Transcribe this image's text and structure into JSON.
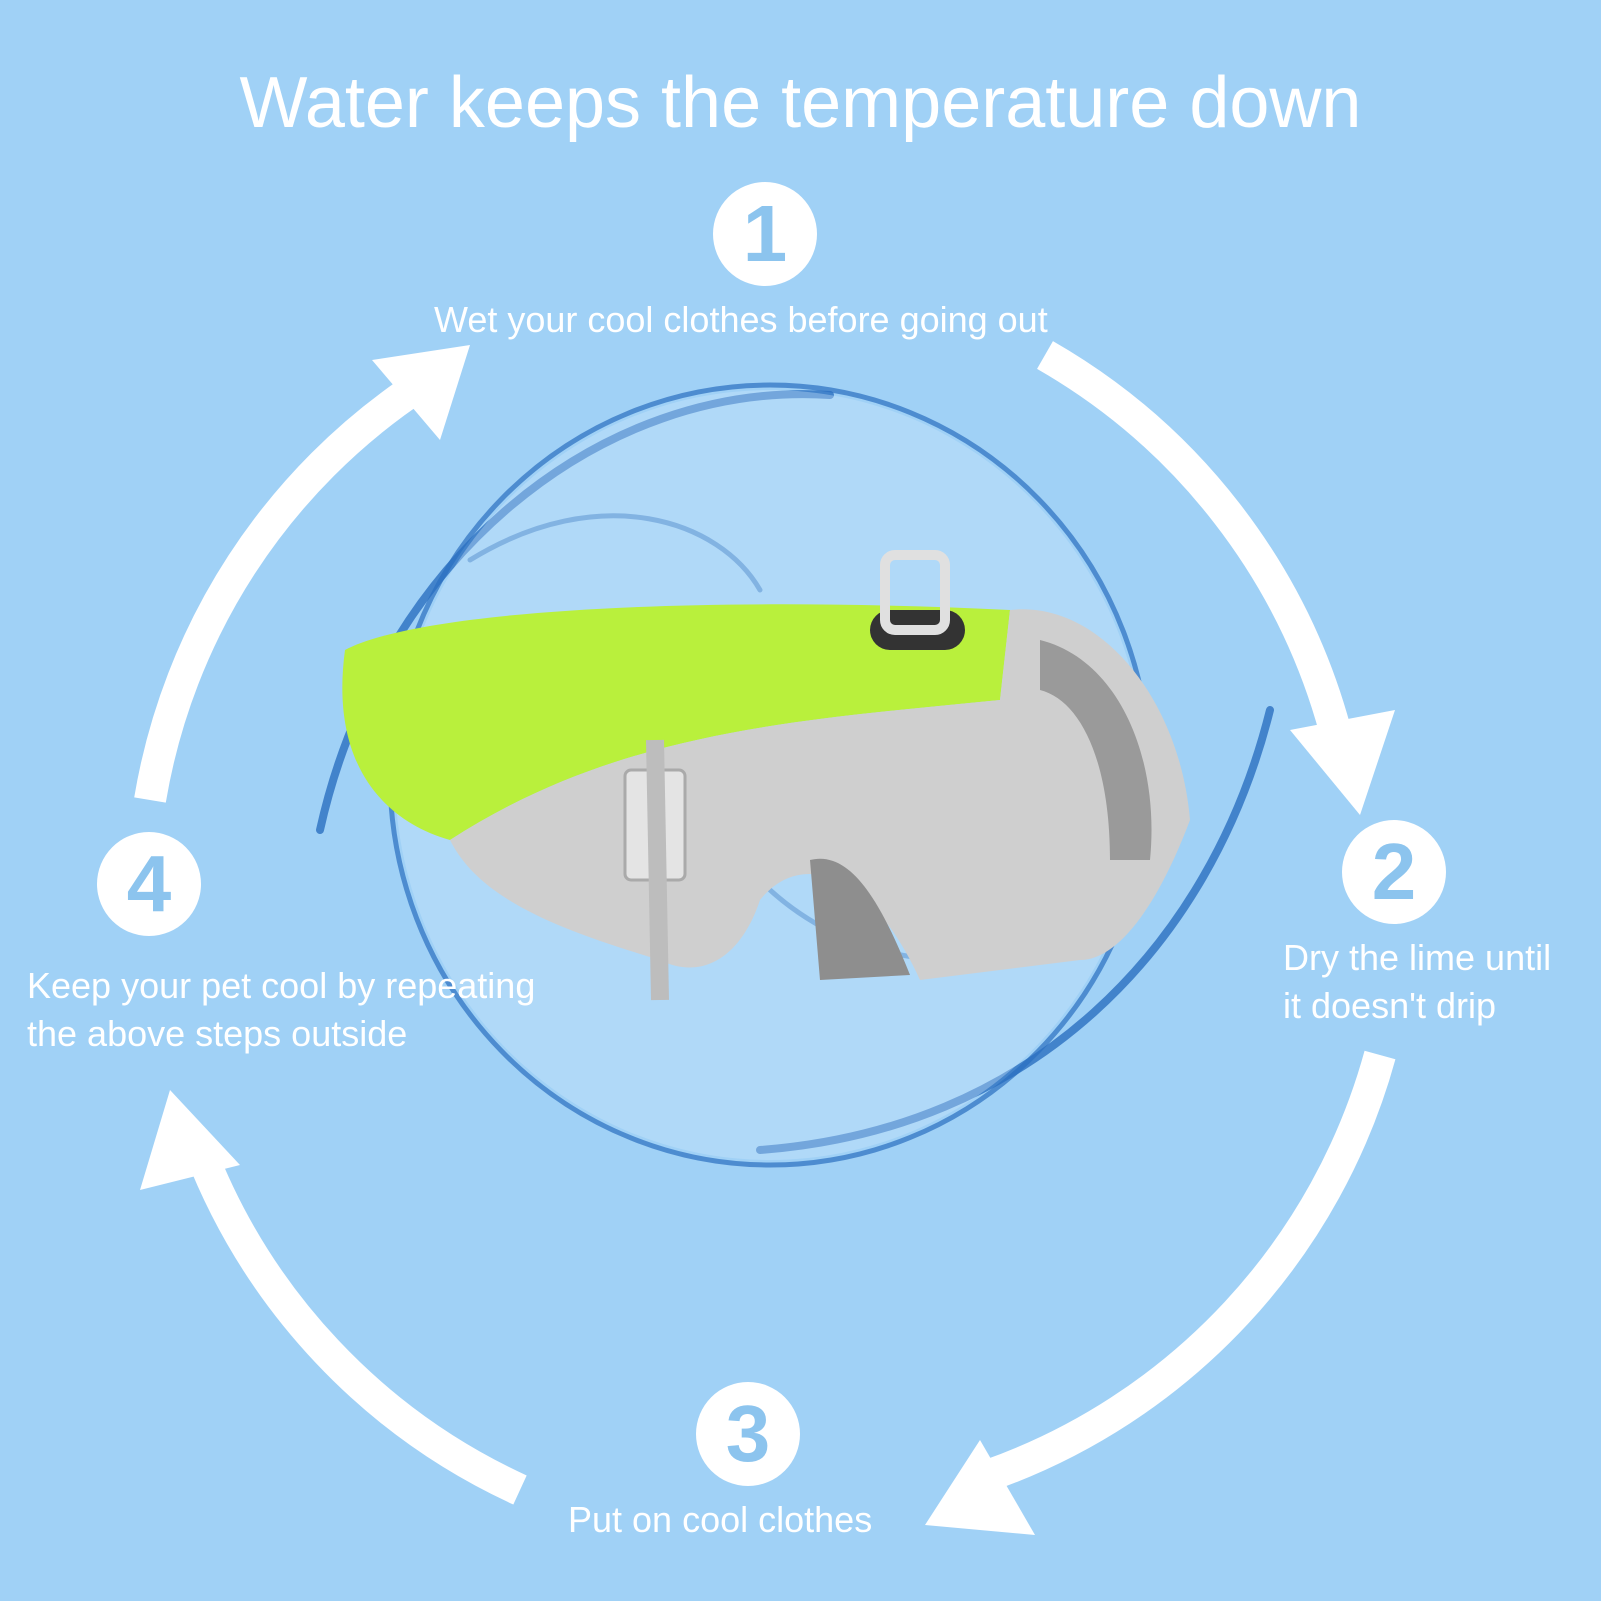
{
  "title": "Water keeps the temperature down",
  "steps": [
    {
      "number": "1",
      "text": "Wet your cool clothes before going out"
    },
    {
      "number": "2",
      "text_line1": "Dry the lime until",
      "text_line2": "it doesn't drip"
    },
    {
      "number": "3",
      "text": "Put on cool clothes"
    },
    {
      "number": "4",
      "text_line1": "Keep your pet cool by repeating",
      "text_line2": "the above steps outside"
    }
  ],
  "colors": {
    "background": "#a0d1f6",
    "badge_number": "#8cc4ee",
    "vest_green": "#b9f03c",
    "mesh_gray": "#cfcfcf",
    "water": "#1f5fae"
  }
}
